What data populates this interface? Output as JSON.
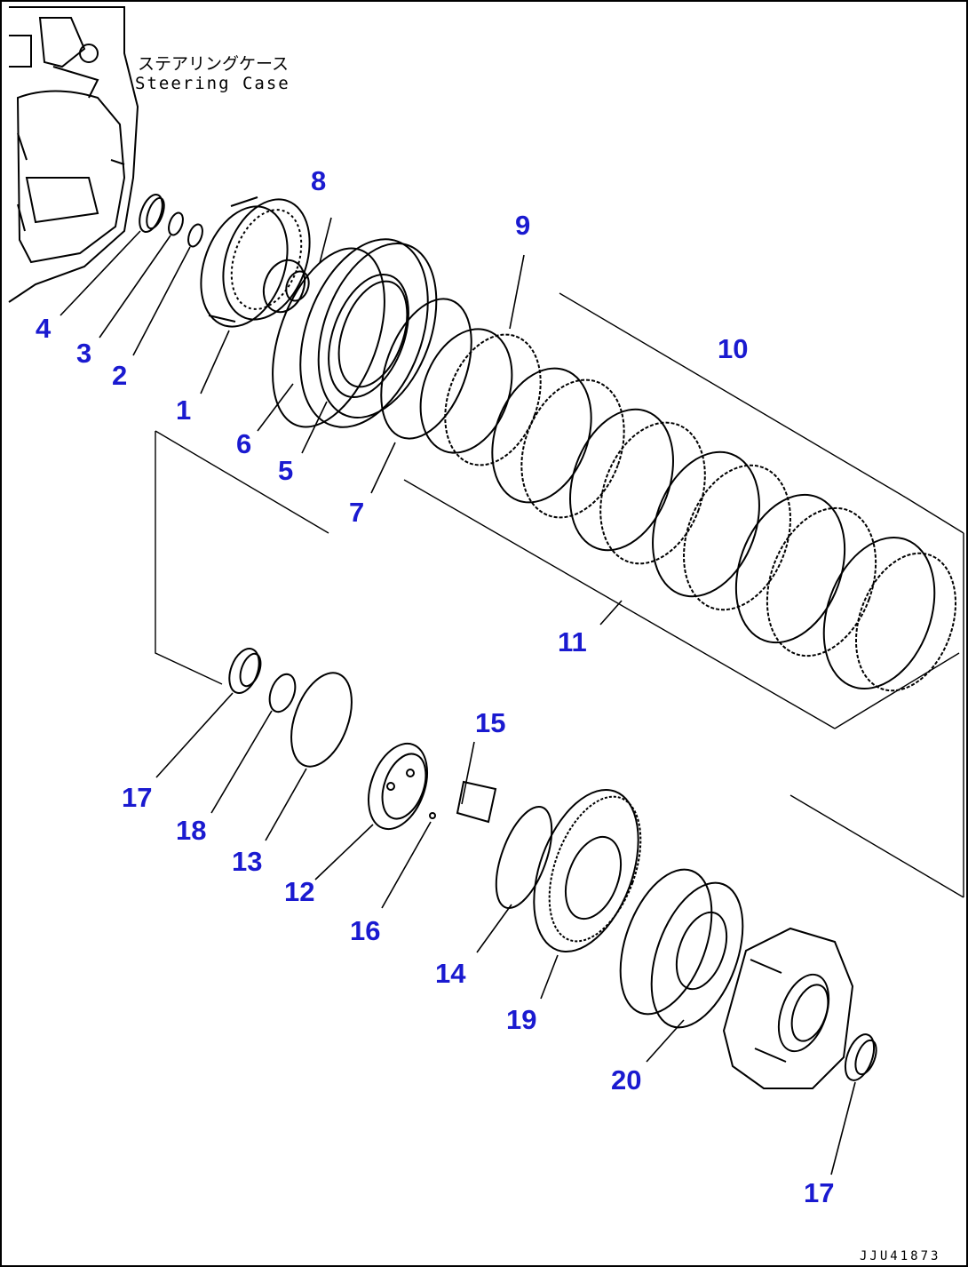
{
  "case_label": {
    "japanese": "ステアリングケース",
    "english": "Steering Case"
  },
  "drawing_code": "JJU41873",
  "callouts": [
    "1",
    "2",
    "3",
    "4",
    "5",
    "6",
    "7",
    "8",
    "9",
    "10",
    "11",
    "12",
    "13",
    "14",
    "15",
    "16",
    "17",
    "18",
    "19",
    "20",
    "17"
  ],
  "colors": {
    "callout": "#1a1ad0",
    "line": "#000000",
    "background": "#ffffff"
  }
}
